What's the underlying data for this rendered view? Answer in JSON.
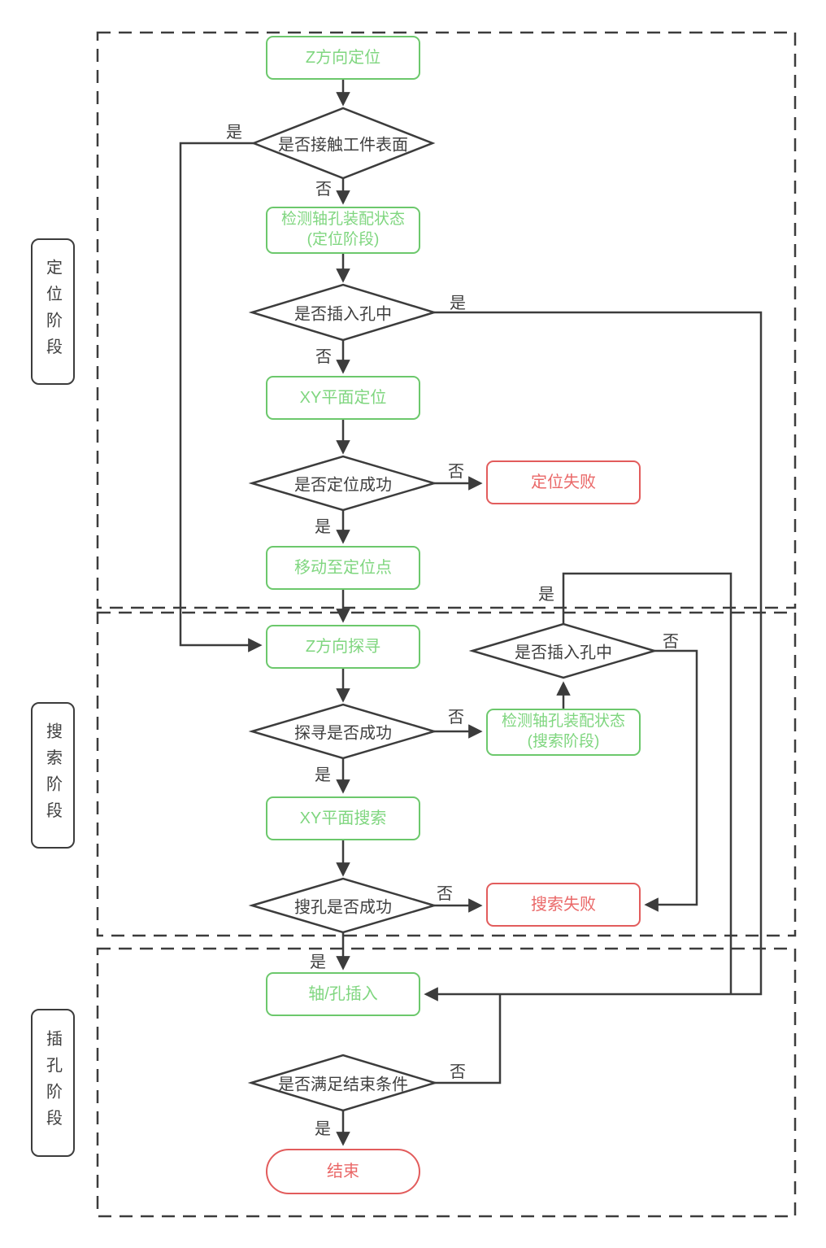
{
  "labels": {
    "yes": "是",
    "no": "否"
  },
  "phases": {
    "locate": "定位阶段",
    "search": "搜索阶段",
    "insert": "插孔阶段"
  },
  "nodes": {
    "z_locate": "Z方向定位",
    "touch_check": "是否接触工件表面",
    "detect_locate_1": "检测轴孔装配状态",
    "detect_locate_2": "(定位阶段)",
    "insert_check_1": "是否插入孔中",
    "xy_locate": "XY平面定位",
    "locate_ok": "是否定位成功",
    "locate_fail": "定位失败",
    "move_point": "移动至定位点",
    "z_search": "Z方向探寻",
    "search_ok": "探寻是否成功",
    "detect_search_1": "检测轴孔装配状态",
    "detect_search_2": "(搜索阶段)",
    "insert_check_2": "是否插入孔中",
    "xy_search": "XY平面搜索",
    "hole_ok": "搜孔是否成功",
    "search_fail": "搜索失败",
    "insert": "轴/孔插入",
    "end_check": "是否满足结束条件",
    "end": "结束"
  },
  "colors": {
    "green_border": "#6cc86c",
    "green_text": "#7fd67f",
    "red_border": "#e25c5c",
    "red_text": "#ea6868",
    "line": "#3c3c3c",
    "background": "#ffffff"
  }
}
